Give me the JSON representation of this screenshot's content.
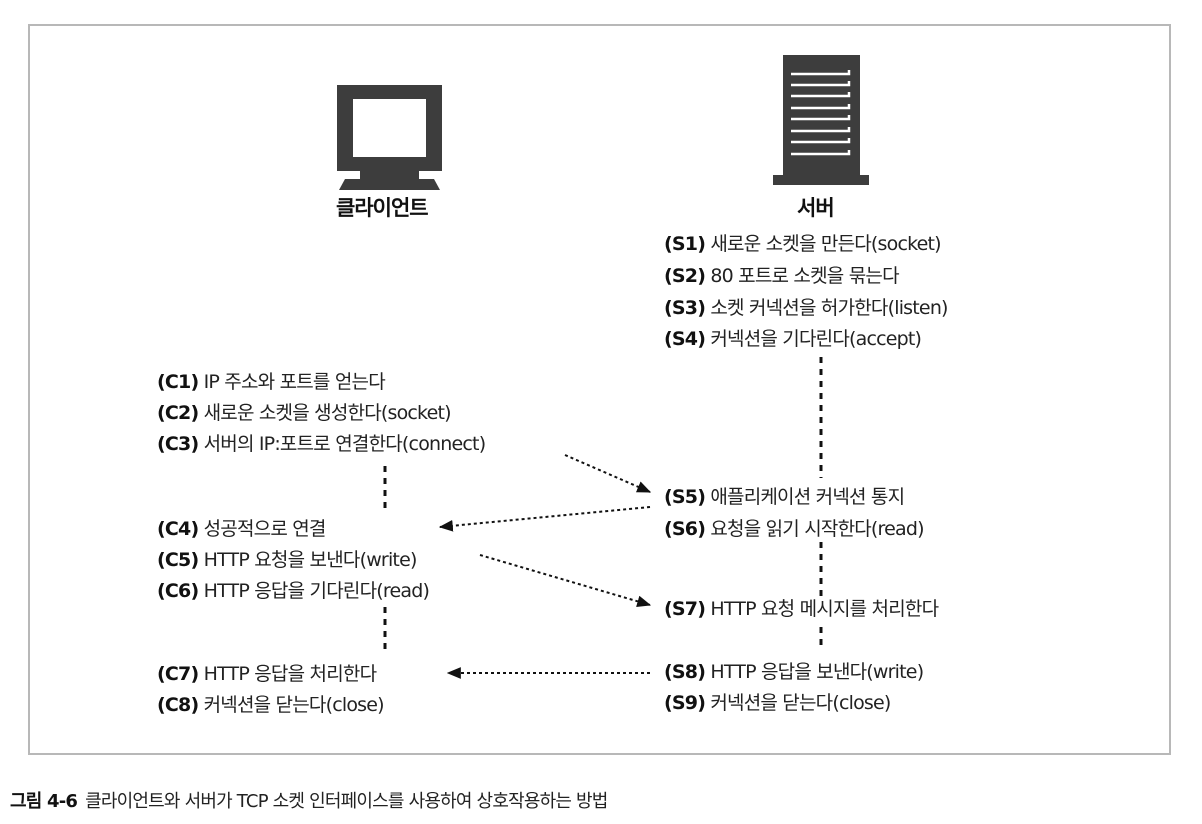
{
  "figure": {
    "caption_label": "그림 4-6",
    "caption_text": "클라이언트와 서버가 TCP 소켓 인터페이스를 사용하여 상호작용하는 방법"
  },
  "client": {
    "heading": "클라이언트",
    "icon": "computer-monitor-icon",
    "steps": [
      {
        "id": "(C1)",
        "text": "IP 주소와 포트를 얻는다"
      },
      {
        "id": "(C2)",
        "text": "새로운 소켓을 생성한다(socket)"
      },
      {
        "id": "(C3)",
        "text": "서버의 IP:포트로 연결한다(connect)"
      },
      {
        "id": "(C4)",
        "text": "성공적으로 연결"
      },
      {
        "id": "(C5)",
        "text": "HTTP 요청을 보낸다(write)"
      },
      {
        "id": "(C6)",
        "text": "HTTP 응답을 기다린다(read)"
      },
      {
        "id": "(C7)",
        "text": "HTTP 응답을 처리한다"
      },
      {
        "id": "(C8)",
        "text": "커넥션을 닫는다(close)"
      }
    ]
  },
  "server": {
    "heading": "서버",
    "icon": "server-tower-icon",
    "steps": [
      {
        "id": "(S1)",
        "text": "새로운 소켓을 만든다(socket)"
      },
      {
        "id": "(S2)",
        "text": "80 포트로 소켓을 묶는다"
      },
      {
        "id": "(S3)",
        "text": "소켓 커넥션을 허가한다(listen)"
      },
      {
        "id": "(S4)",
        "text": "커넥션을 기다린다(accept)"
      },
      {
        "id": "(S5)",
        "text": "애플리케이션 커넥션 통지"
      },
      {
        "id": "(S6)",
        "text": "요청을 읽기 시작한다(read)"
      },
      {
        "id": "(S7)",
        "text": "HTTP 요청 메시지를 처리한다"
      },
      {
        "id": "(S8)",
        "text": "HTTP 응답을 보낸다(write)"
      },
      {
        "id": "(S9)",
        "text": "커넥션을 닫는다(close)"
      }
    ]
  },
  "arrows": [
    {
      "from": "C3",
      "to": "S5"
    },
    {
      "from": "S5",
      "to": "C4"
    },
    {
      "from": "C5",
      "to": "S7"
    },
    {
      "from": "S8",
      "to": "C7"
    }
  ],
  "colors": {
    "ink": "#111111",
    "icon_fill": "#3a3a3a",
    "frame": "#b8b8b8"
  }
}
